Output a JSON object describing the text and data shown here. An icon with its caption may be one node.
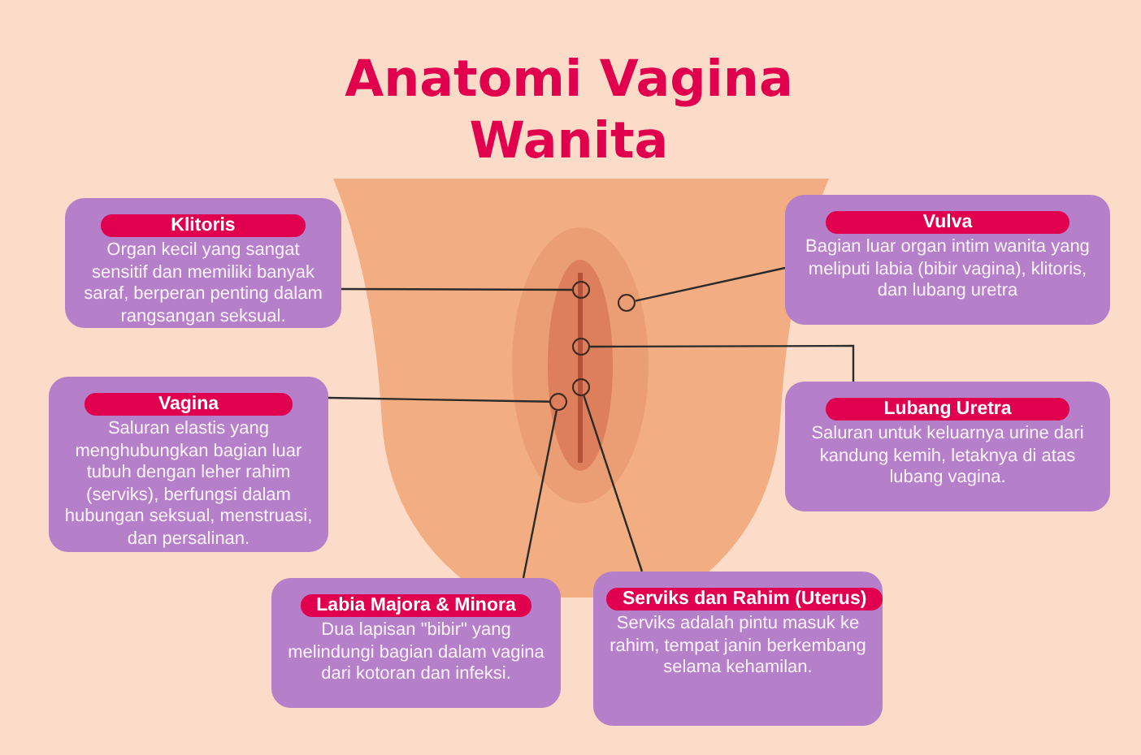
{
  "diagram": {
    "title": "Anatomi Vagina Wanita",
    "nodes": [
      {
        "text": [
          "Klitoris",
          "Organ kecil yang sangat sensitif dan memiliki banyak saraf, berperan penting dalam rangsangan seksual."
        ]
      },
      {
        "text": [
          "Vulva",
          "Bagian luar organ intim wanita yang meliputi labia (bibir vagina), klitoris, dan lubang uretra"
        ]
      },
      {
        "text": [
          "Vagina",
          "Saluran elastis yang menghubungkan bagian luar tubuh dengan leher rahim (serviks), berfungsi dalam hubungan seksual, menstruasi, dan persalinan."
        ]
      },
      {
        "text": [
          "Lubang Uretra",
          "Saluran untuk keluarnya urine dari kandung kemih, letaknya di atas lubang vagina."
        ]
      },
      {
        "text": [
          "Labia Majora & Minora",
          "Dua lapisan \"bibir\" yang melindungi bagian dalam vagina dari kotoran dan infeksi."
        ]
      },
      {
        "text": [
          "Serviks dan Rahim (Uterus)",
          "Serviks adalah pintu masuk ke rahim, tempat janin berkembang selama kehamilan."
        ]
      },
      {
        "text": [],
        "shape": "circle"
      },
      {
        "text": [],
        "shape": "circle"
      },
      {
        "text": [],
        "shape": "circle"
      },
      {
        "text": [],
        "shape": "circle"
      },
      {
        "text": [],
        "shape": "circle"
      }
    ],
    "edges": [
      {
        "from": 0,
        "to": 6,
        "arrow": "none"
      },
      {
        "from": 1,
        "to": 7,
        "arrow": "none"
      },
      {
        "from": 2,
        "to": 10,
        "arrow": "none"
      },
      {
        "from": 3,
        "to": 8,
        "arrow": "none"
      },
      {
        "from": 4,
        "to": 10,
        "arrow": "none"
      },
      {
        "from": 5,
        "to": 9,
        "arrow": "none"
      }
    ]
  }
}
